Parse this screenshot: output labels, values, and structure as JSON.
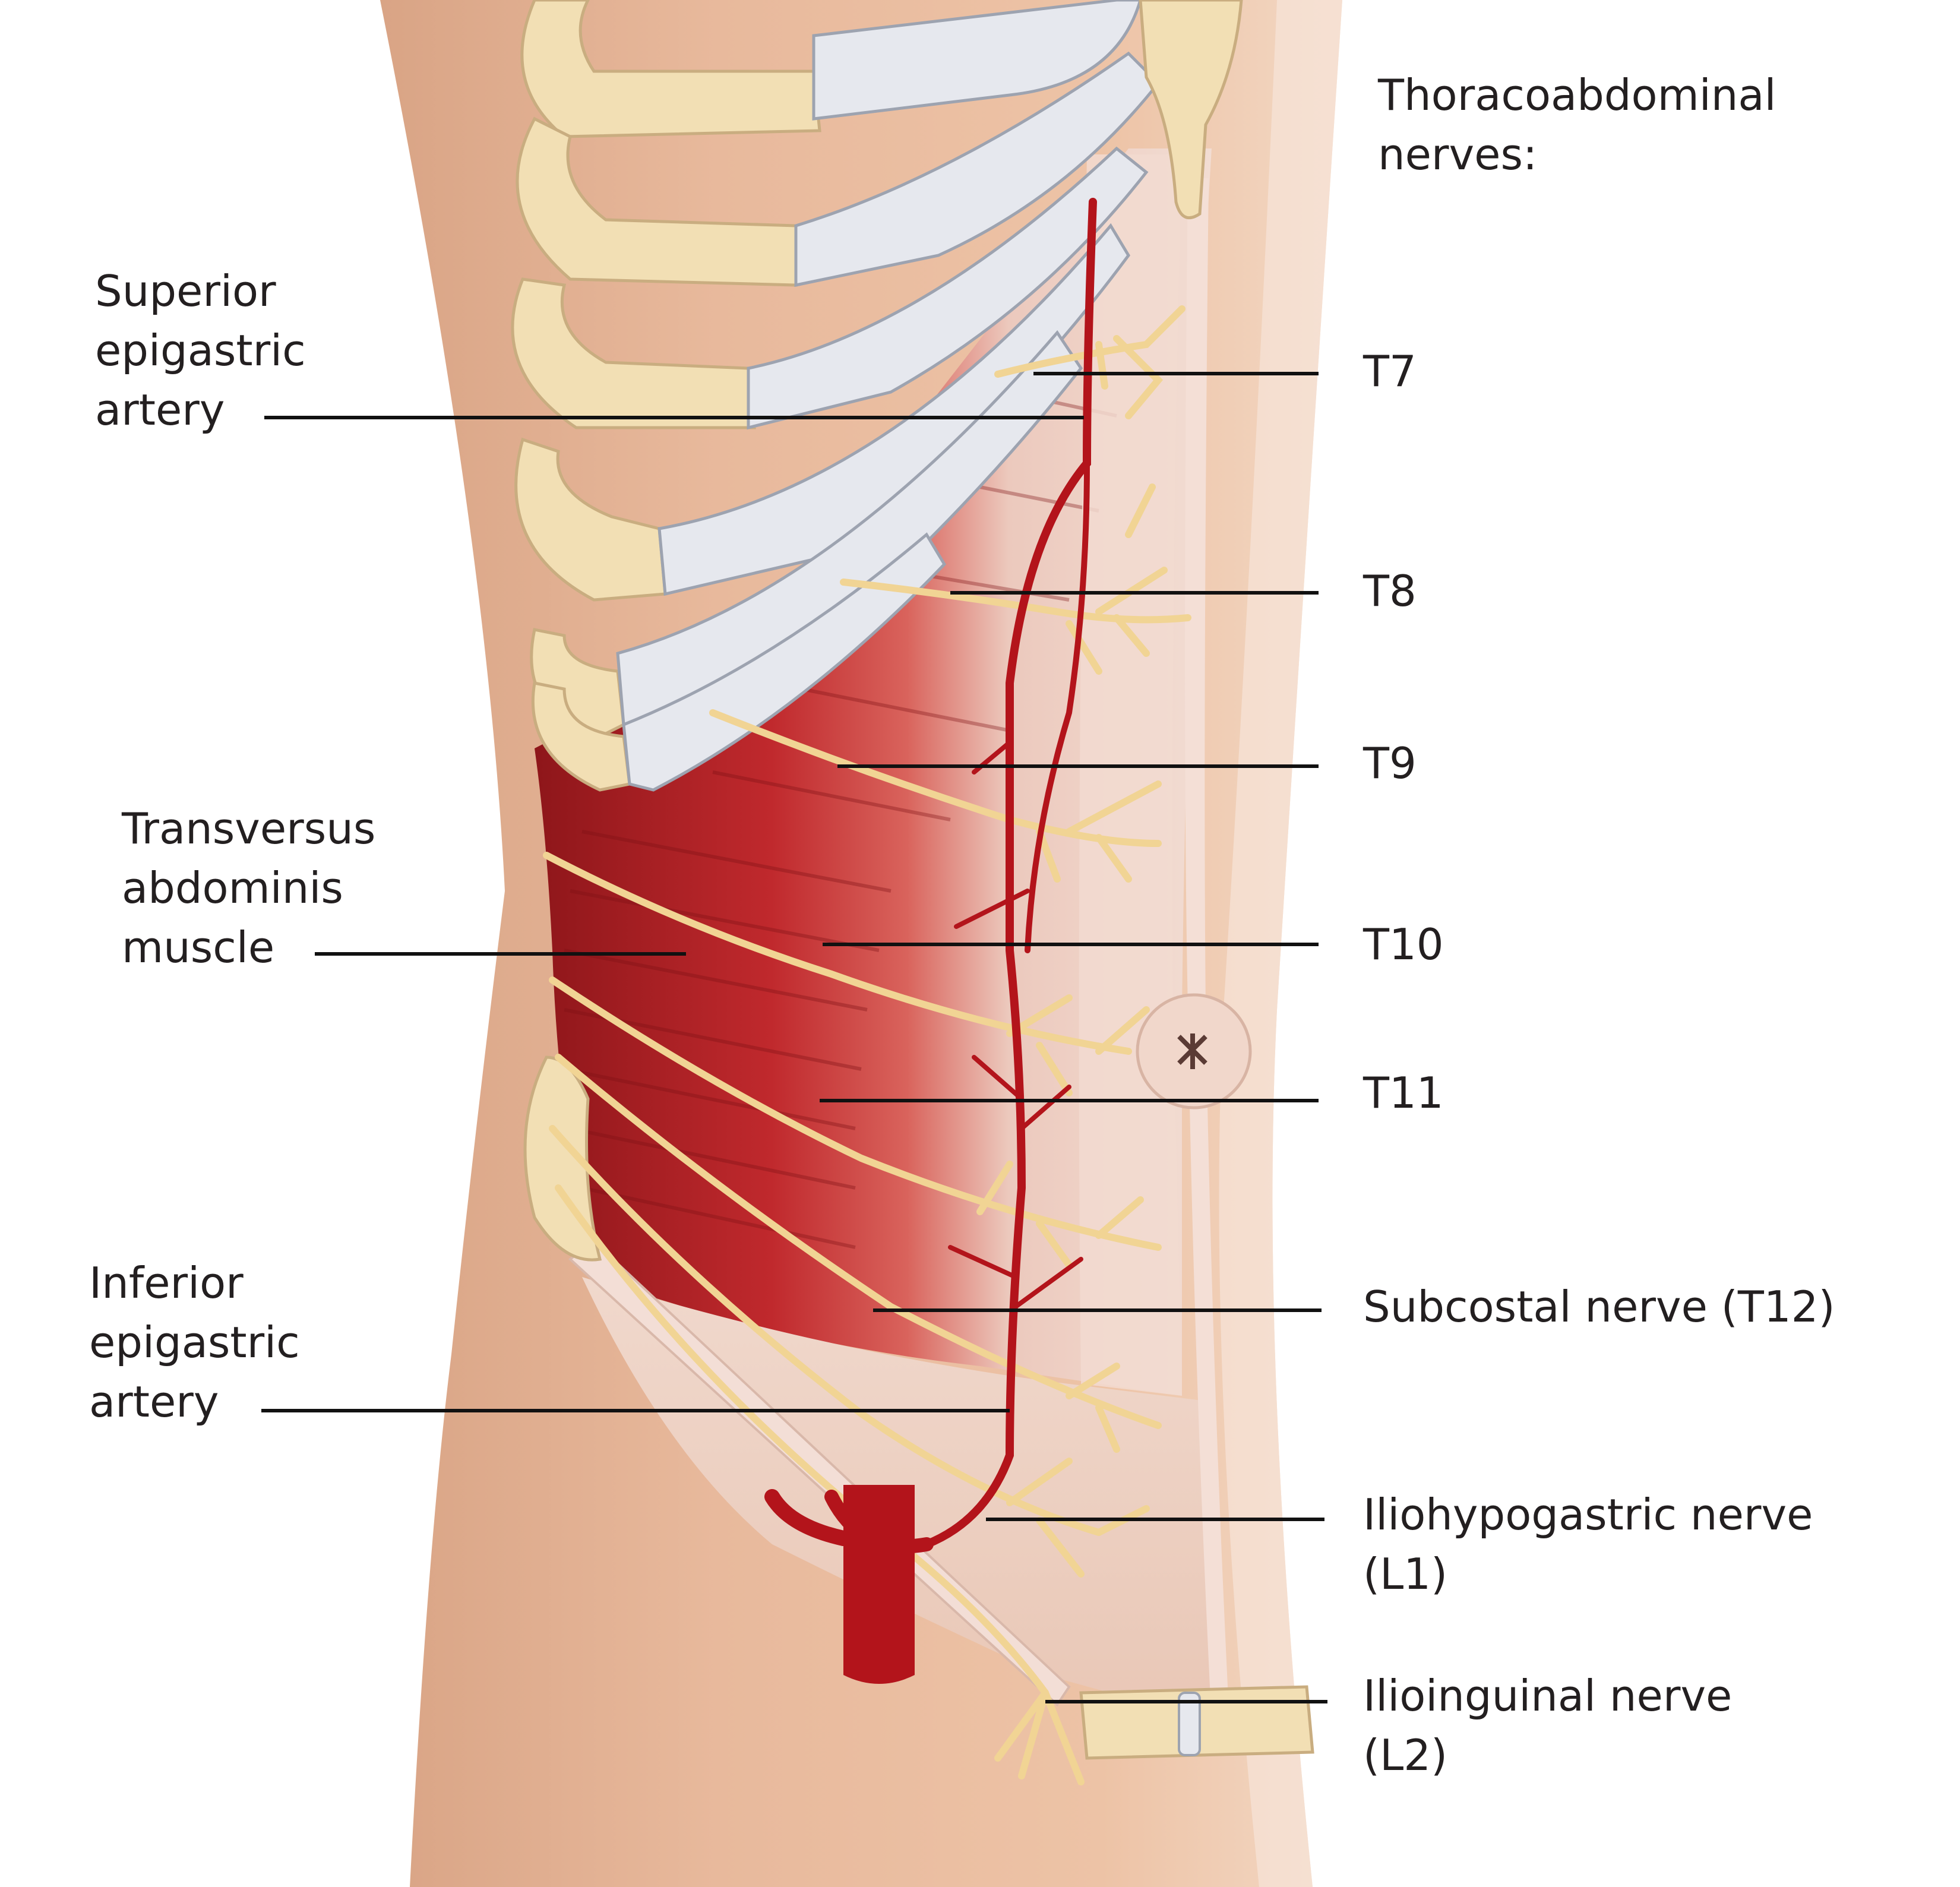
{
  "labels": {
    "thoracoabdominal": [
      "Thoracoabdominal",
      "nerves:"
    ],
    "superior_epigastric": [
      "Superior",
      "epigastric",
      "artery"
    ],
    "transversus": [
      "Transversus",
      "abdominis",
      "muscle"
    ],
    "inferior_epigastric": [
      "Inferior",
      "epigastric",
      "artery"
    ],
    "t7": "T7",
    "t8": "T8",
    "t9": "T9",
    "t10": "T10",
    "t11": "T11",
    "subcostal": "Subcostal nerve (T12)",
    "iliohypogastric": [
      "Iliohypogastric nerve",
      "(L1)"
    ],
    "ilioinguinal": [
      "Ilioinguinal nerve",
      "(L2)"
    ]
  },
  "colors": {
    "skin": "#e8b99c",
    "skin_shadow": "#d49e82",
    "muscle": "#b8262a",
    "muscle_light": "#ead0c4",
    "rib_bone": "#f2dfb4",
    "costal_cartilage": "#e6e8ee",
    "nerve": "#f1d494",
    "artery": "#b3141b",
    "leader_line": "#111111"
  }
}
